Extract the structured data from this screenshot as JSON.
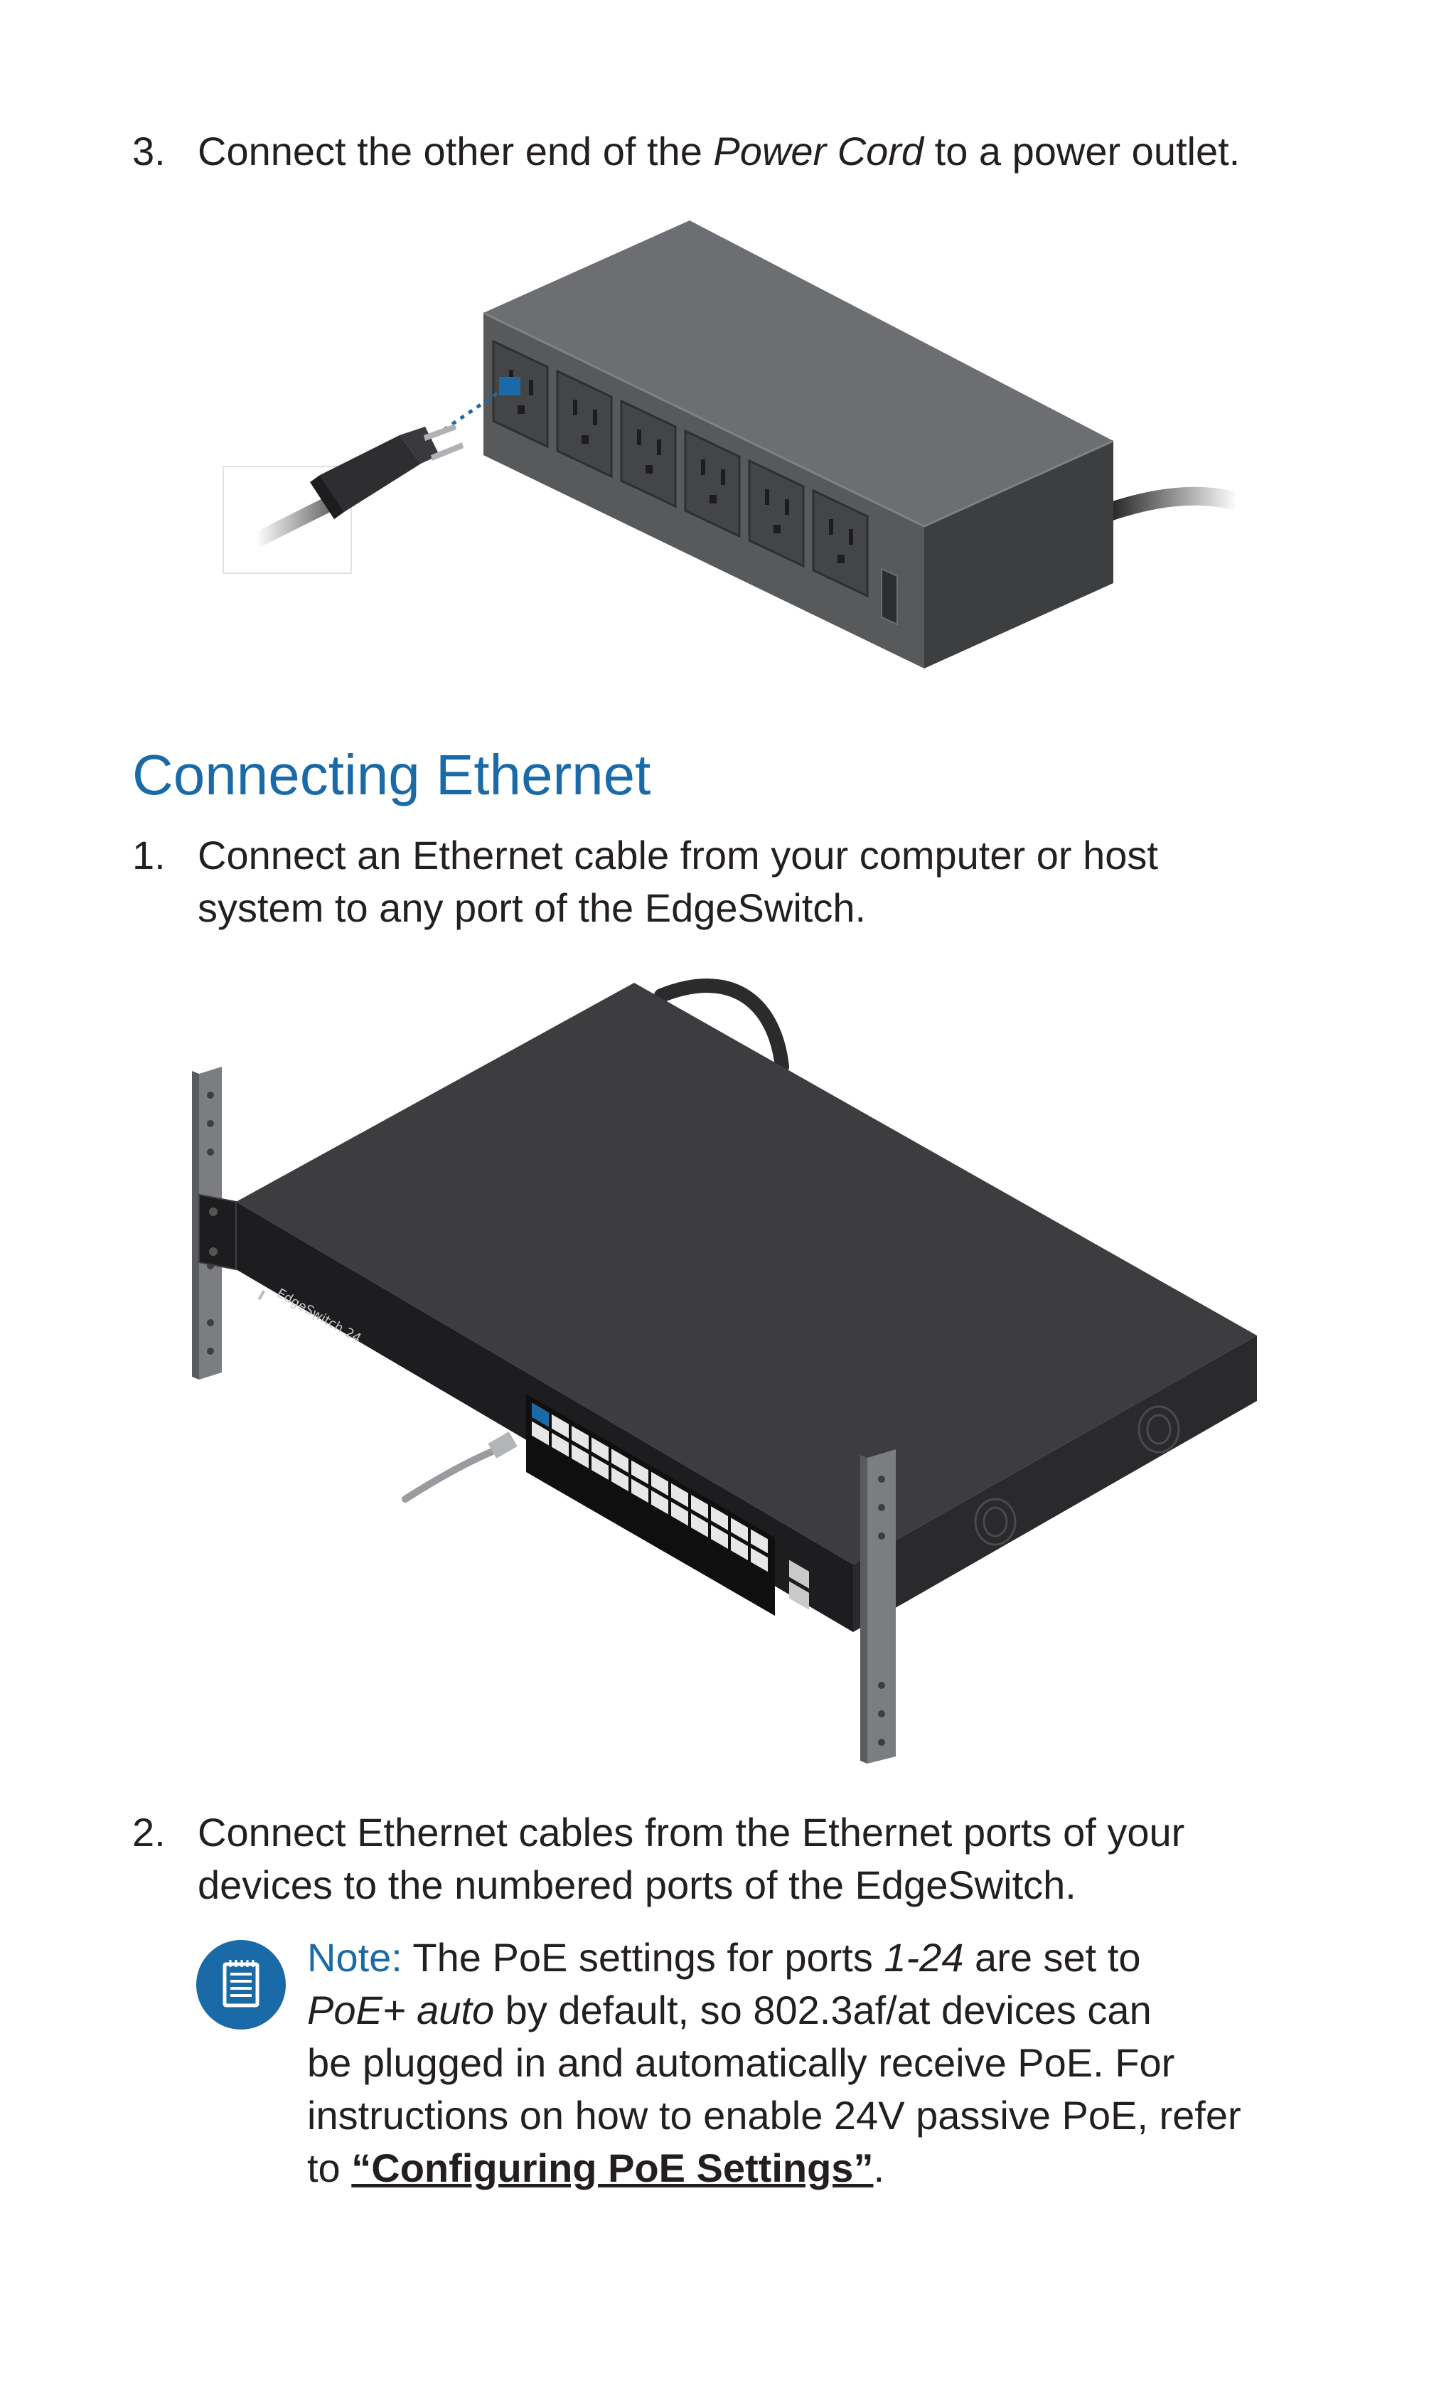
{
  "step3": {
    "number": "3.",
    "text_before": "Connect the other end of the ",
    "text_em": "Power Cord",
    "text_after": " to a power outlet."
  },
  "section": {
    "title": "Connecting Ethernet"
  },
  "step1": {
    "number": "1.",
    "line1": "Connect an Ethernet cable from your computer or host",
    "line2": "system to any port of the EdgeSwitch."
  },
  "switch_labels": {
    "model": "EdgeSwitch 24"
  },
  "step2": {
    "number": "2.",
    "line1": "Connect Ethernet cables from the Ethernet ports of your",
    "line2": "devices to the numbered ports of the EdgeSwitch."
  },
  "note": {
    "label": "Note:",
    "l1_a": " The PoE settings for ports ",
    "l1_em": "1-24",
    "l1_b": " are set to",
    "l2_em": "PoE+ auto",
    "l2_b": " by default, so 802.3af/at devices can",
    "l3": "be plugged in and automatically receive PoE. For",
    "l4": "instructions on how to enable 24V passive PoE, refer",
    "l5_a": "to ",
    "link": "“Configuring PoE Settings”",
    "l5_b": "."
  }
}
